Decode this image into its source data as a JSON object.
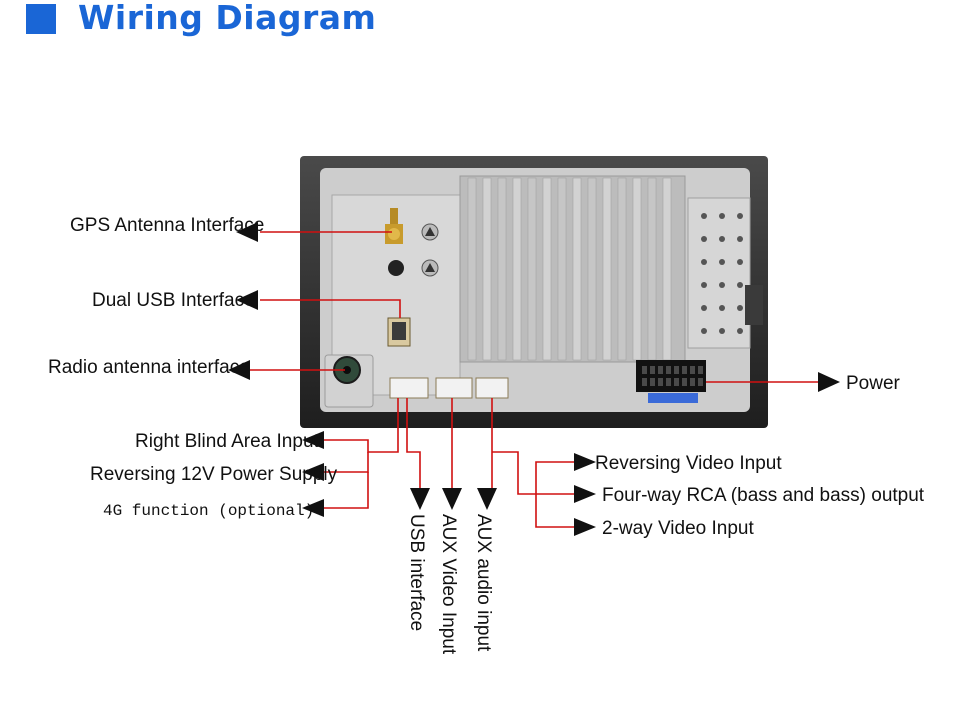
{
  "header": {
    "title": "Wiring Diagram",
    "accent_color": "#1a66d6"
  },
  "labels": {
    "gps": "GPS Antenna Interface",
    "usb_dual": "Dual USB Interface",
    "radio": "Radio antenna interface",
    "blind": "Right Blind Area Input",
    "rev_power": "Reversing 12V Power Supply",
    "fourg": "4G function (optional)",
    "usb": "USB interface",
    "aux_video": "AUX Video Input",
    "aux_audio": "AUX audio input",
    "rev_video": "Reversing Video Input",
    "rca": "Four-way RCA (bass and bass) output",
    "video2": "2-way Video Input",
    "power": "Power"
  },
  "colors": {
    "wire": "#d01010",
    "arrow": "#111111",
    "unit_bezel": "#2a2a2a",
    "unit_housing": "#c9c9c9"
  }
}
